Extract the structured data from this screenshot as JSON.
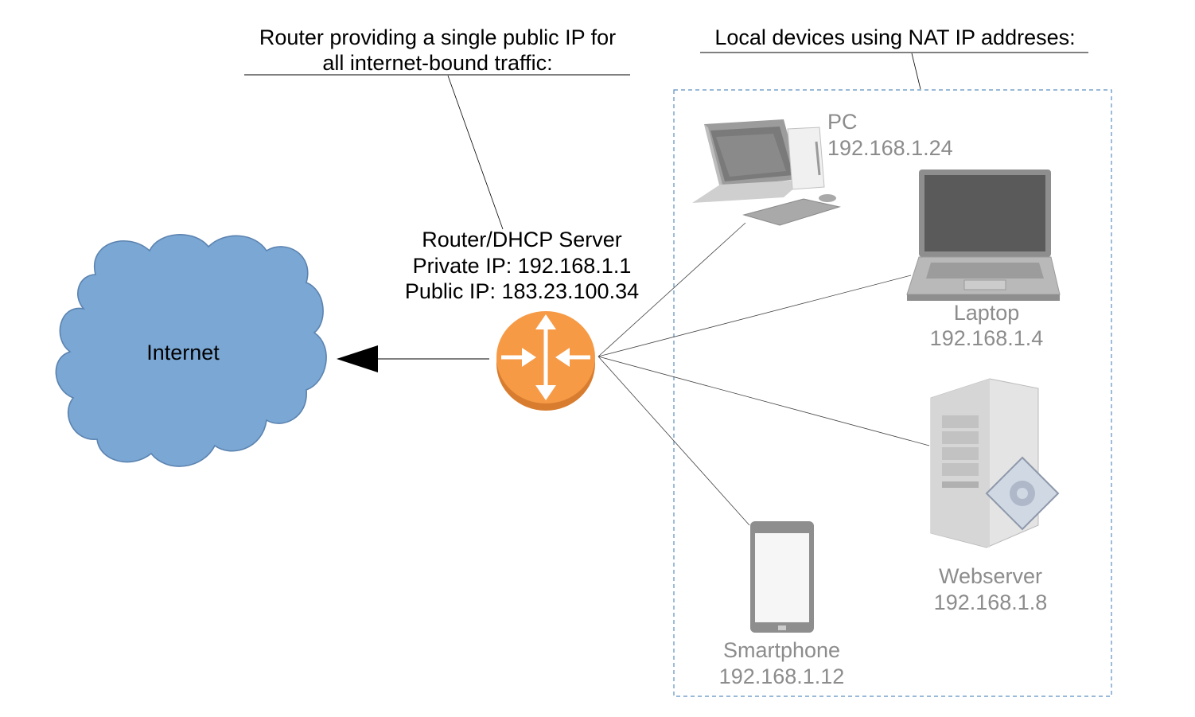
{
  "annotations": {
    "router_note_line1": "Router providing a single public IP for",
    "router_note_line2": "all internet-bound traffic:",
    "local_note": "Local devices using NAT IP addreses:"
  },
  "internet": {
    "label": "Internet"
  },
  "router": {
    "name": "Router/DHCP Server",
    "private_ip": "Private IP: 192.168.1.1",
    "public_ip": "Public IP: 183.23.100.34"
  },
  "devices": {
    "pc": {
      "name": "PC",
      "ip": "192.168.1.24"
    },
    "laptop": {
      "name": "Laptop",
      "ip": "192.168.1.4"
    },
    "webserver": {
      "name": "Webserver",
      "ip": "192.168.1.8"
    },
    "smartphone": {
      "name": "Smartphone",
      "ip": "192.168.1.12"
    }
  },
  "colors": {
    "cloud_fill": "#7ba7d4",
    "cloud_stroke": "#5b83b0",
    "router_fill": "#f69a46",
    "router_rim": "#d87d2f",
    "group_border": "#5b8fc0",
    "device_label": "#8c8c8c"
  }
}
